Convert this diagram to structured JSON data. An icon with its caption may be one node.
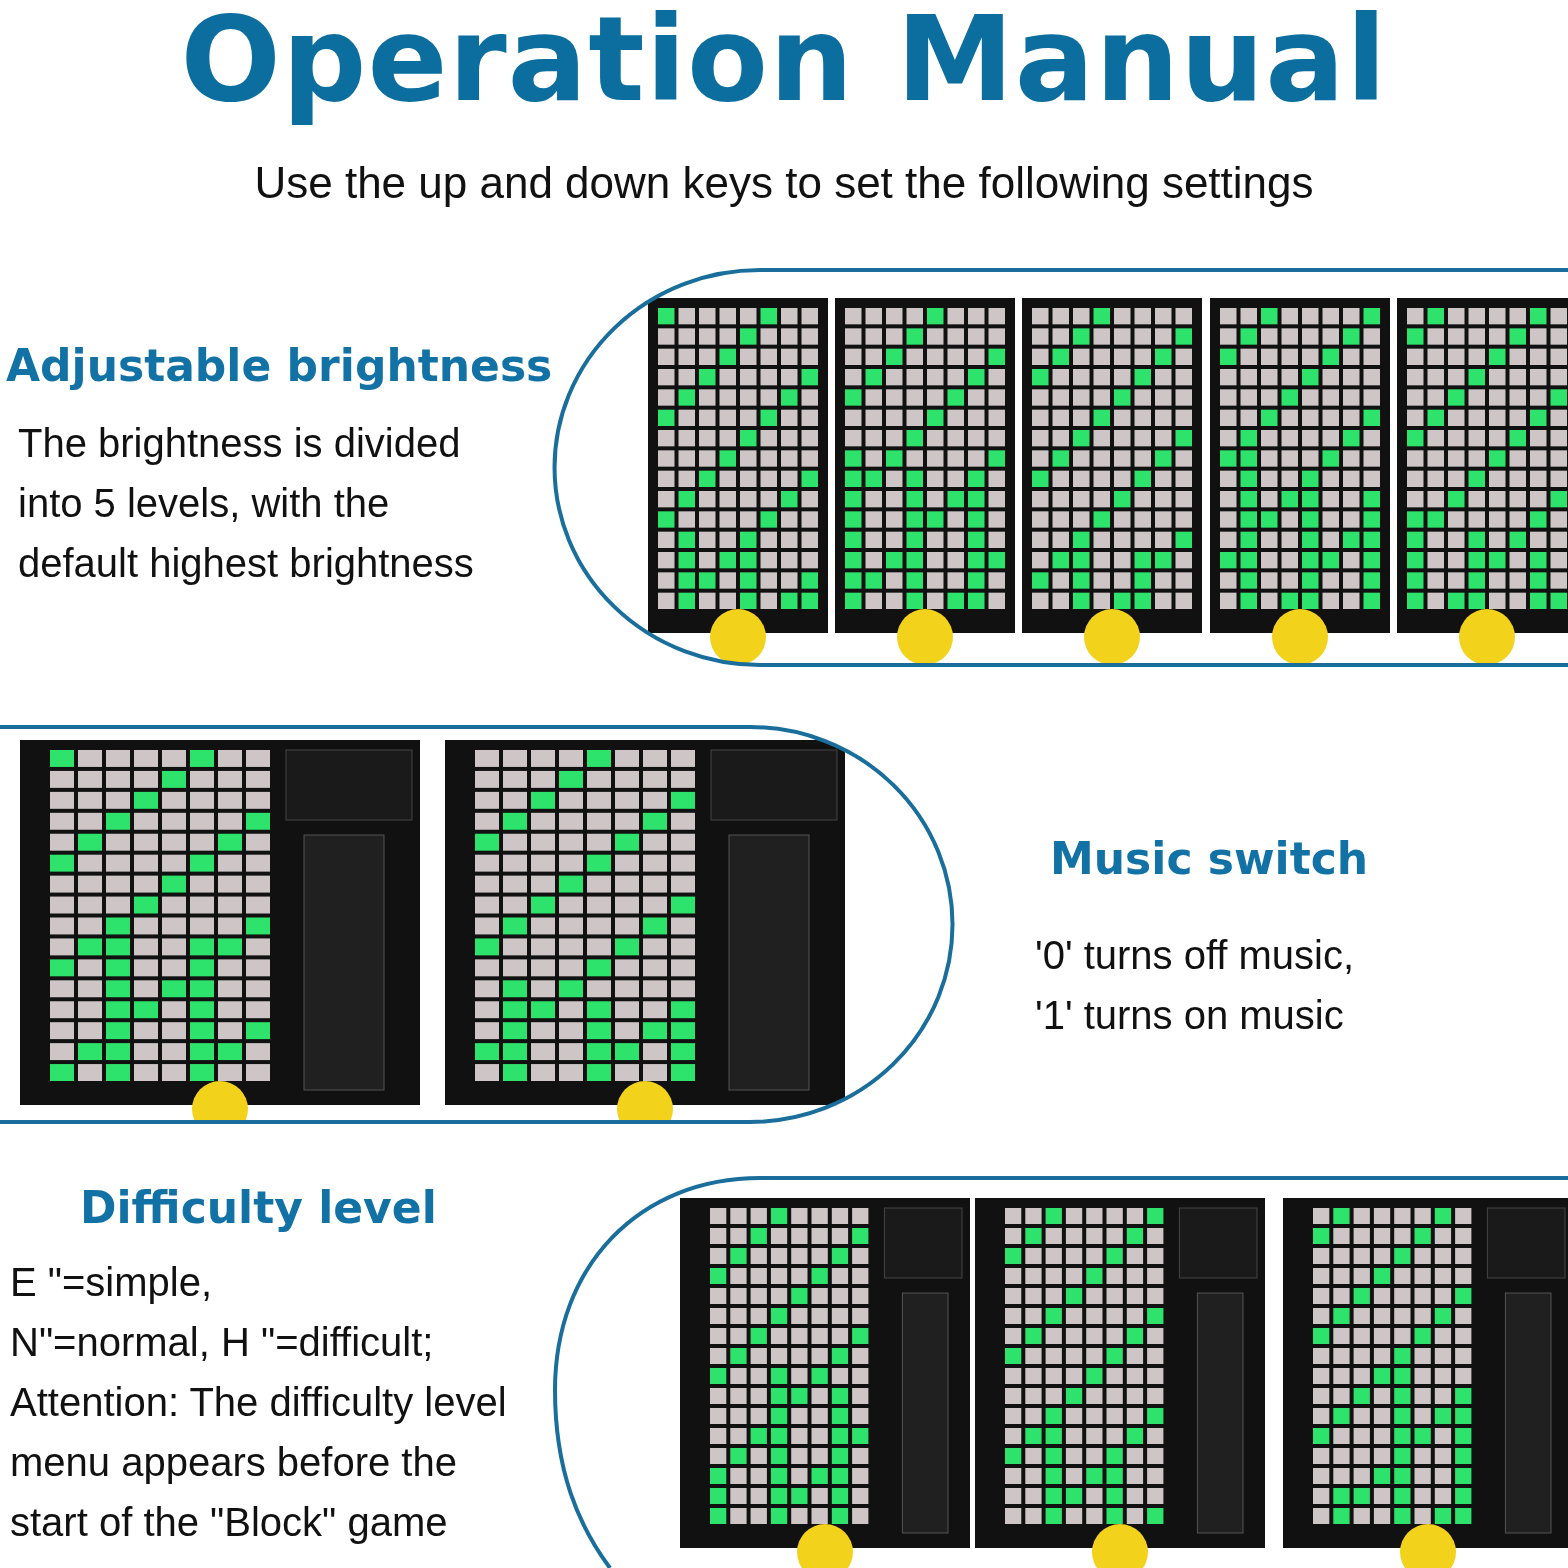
{
  "diagram": {
    "title": "Operation Manual",
    "labels": [
      "Use the up and down keys to set the following settings",
      "Adjustable brightness",
      "The brightness is divided into 5 levels, with the default highest brightness",
      "Music switch",
      "'0' turns off music, '1' turns on music",
      "Difficulty level",
      "E \"=simple,",
      "N\"=normal, H \"=difficult;",
      "Attention: The difficulty level menu appears before the start of the \"Block\" game"
    ]
  }
}
